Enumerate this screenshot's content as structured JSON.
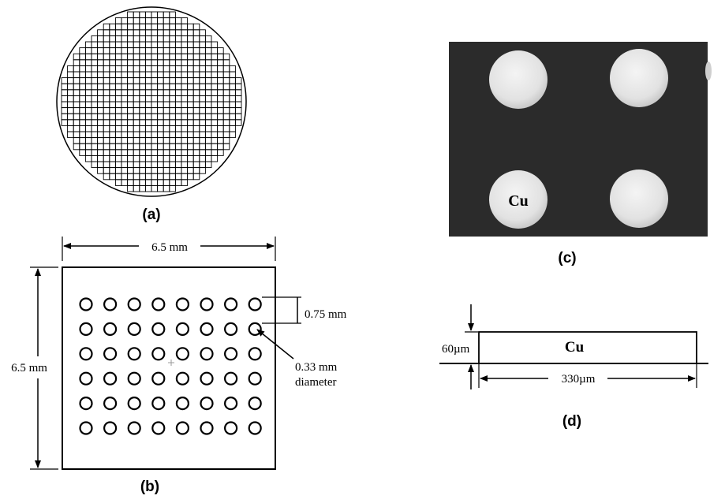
{
  "panels": {
    "a": {
      "label": "(a)"
    },
    "b": {
      "label": "(b)",
      "width_dim": "6.5 mm",
      "height_dim": "6.5 mm",
      "pitch_dim": "0.75 mm",
      "diameter_line1": "0.33 mm",
      "diameter_line2": "diameter",
      "grid_cols": 8,
      "grid_rows": 6
    },
    "c": {
      "label": "(c)",
      "pad_text": "Cu"
    },
    "d": {
      "label": "(d)",
      "pad_text": "Cu",
      "height_dim": "60µm",
      "width_dim": "330µm"
    }
  },
  "colors": {
    "ink": "#000000",
    "photo_bg": "#2b2b2b",
    "pad": "#e6e6e6"
  }
}
